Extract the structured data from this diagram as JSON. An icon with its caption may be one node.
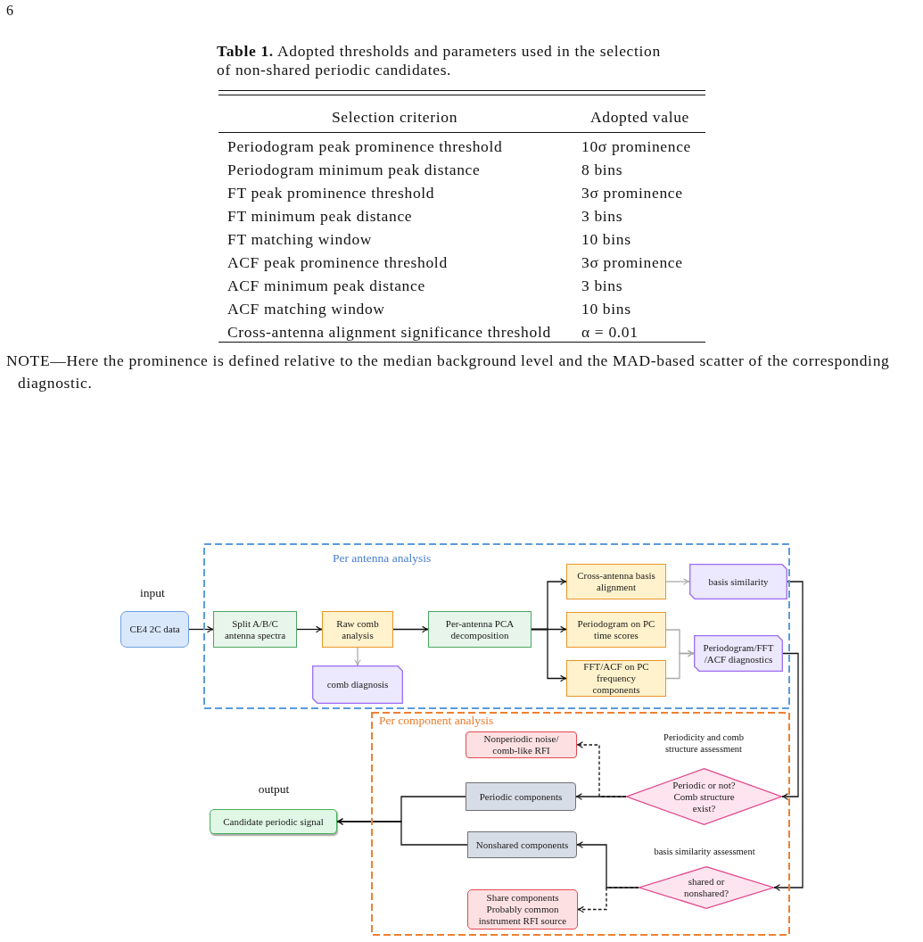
{
  "diagram": {
    "nodes": [
      {
        "text": [
          "Per antenna analysis"
        ]
      },
      {
        "text": [
          "Per component analysis"
        ]
      },
      {
        "text": [
          "CE4 2C data"
        ],
        "beside": [
          "input"
        ]
      },
      {
        "text": [
          "Split A/B/C antenna spectra"
        ],
        "in": 0
      },
      {
        "text": [
          "Raw comb analysis"
        ],
        "in": 0
      },
      {
        "text": [
          "comb diagnosis"
        ],
        "in": 0
      },
      {
        "text": [
          "Per-antenna PCA decomposition"
        ],
        "in": 0
      },
      {
        "text": [
          "Cross-antenna basis alignment"
        ],
        "in": 0
      },
      {
        "text": [
          "Periodogram on PC time scores"
        ],
        "in": 0
      },
      {
        "text": [
          "FFT/ACF on PC frequency components"
        ],
        "in": 0
      },
      {
        "text": [
          "basis similarity"
        ],
        "in": 0
      },
      {
        "text": [
          "Periodogram/FFT /ACF diagnostics"
        ],
        "in": 0
      },
      {
        "text": [
          "Nonperiodic noise/ comb-like RFI"
        ],
        "in": 1
      },
      {
        "text": [
          "Periodic or not? Comb structure exist?"
        ],
        "in": 1,
        "beside": [
          "Periodicity and comb structure assessment"
        ]
      },
      {
        "text": [
          "Periodic components"
        ],
        "in": 1
      },
      {
        "text": [
          "Nonshared components"
        ],
        "in": 1
      },
      {
        "text": [
          "shared or nonshared?"
        ],
        "in": 1,
        "beside": [
          "basis similarity assessment"
        ]
      },
      {
        "text": [
          "Share components Probably common instrument RFI source"
        ],
        "in": 1
      },
      {
        "text": [
          "Candidate periodic signal"
        ],
        "beside": [
          "output"
        ]
      }
    ],
    "edges": [
      {
        "from": 2,
        "to": 3,
        "arrow": "to"
      },
      {
        "from": 3,
        "to": 4,
        "arrow": "to"
      },
      {
        "from": 4,
        "to": 5,
        "arrow": "to",
        "color": "#aaaaaa"
      },
      {
        "from": 4,
        "to": 6,
        "arrow": "to"
      },
      {
        "from": 6,
        "to": 7,
        "arrow": "to"
      },
      {
        "from": 6,
        "to": 8,
        "arrow": "to"
      },
      {
        "from": 6,
        "to": 9,
        "arrow": "to"
      },
      {
        "from": 7,
        "to": 10,
        "arrow": "to",
        "color": "#aaaaaa"
      },
      {
        "from": 8,
        "to": 11,
        "arrow": "to",
        "color": "#aaaaaa"
      },
      {
        "from": 9,
        "to": 11,
        "arrow": "to",
        "color": "#aaaaaa"
      },
      {
        "from": 10,
        "to": 16,
        "arrow": "to"
      },
      {
        "from": 11,
        "to": 13,
        "arrow": "to"
      },
      {
        "from": 13,
        "to": 14,
        "arrow": "to"
      },
      {
        "from": 13,
        "to": 12,
        "arrow": "to",
        "style": "dashed"
      },
      {
        "from": 16,
        "to": 15,
        "arrow": "to"
      },
      {
        "from": 16,
        "to": 17,
        "arrow": "to",
        "style": "dashed"
      },
      {
        "from": 14,
        "to": 18,
        "arrow": "to"
      },
      {
        "from": 15,
        "to": 18,
        "arrow": "to"
      }
    ],
    "labels": [
      "6",
      "**Table 1.** Adopted thresholds and parameters used in the selection of non-shared periodic candidates.",
      "Selection criterion",
      "Adopted value",
      "Periodogram peak prominence threshold",
      "10σ prominence",
      "Periodogram minimum peak distance",
      "8 bins",
      "FT peak prominence threshold",
      "3σ prominence",
      "FT minimum peak distance",
      "3 bins",
      "FT matching window",
      "10 bins",
      "ACF peak prominence threshold",
      "3σ prominence",
      "ACF minimum peak distance",
      "3 bins",
      "ACF matching window",
      "10 bins",
      "Cross-antenna alignment significance threshold",
      "α = 0.01",
      "NOTE—Here the prominence is defined relative to the median background level and the MAD-based scatter of the corresponding diagnostic."
    ]
  }
}
